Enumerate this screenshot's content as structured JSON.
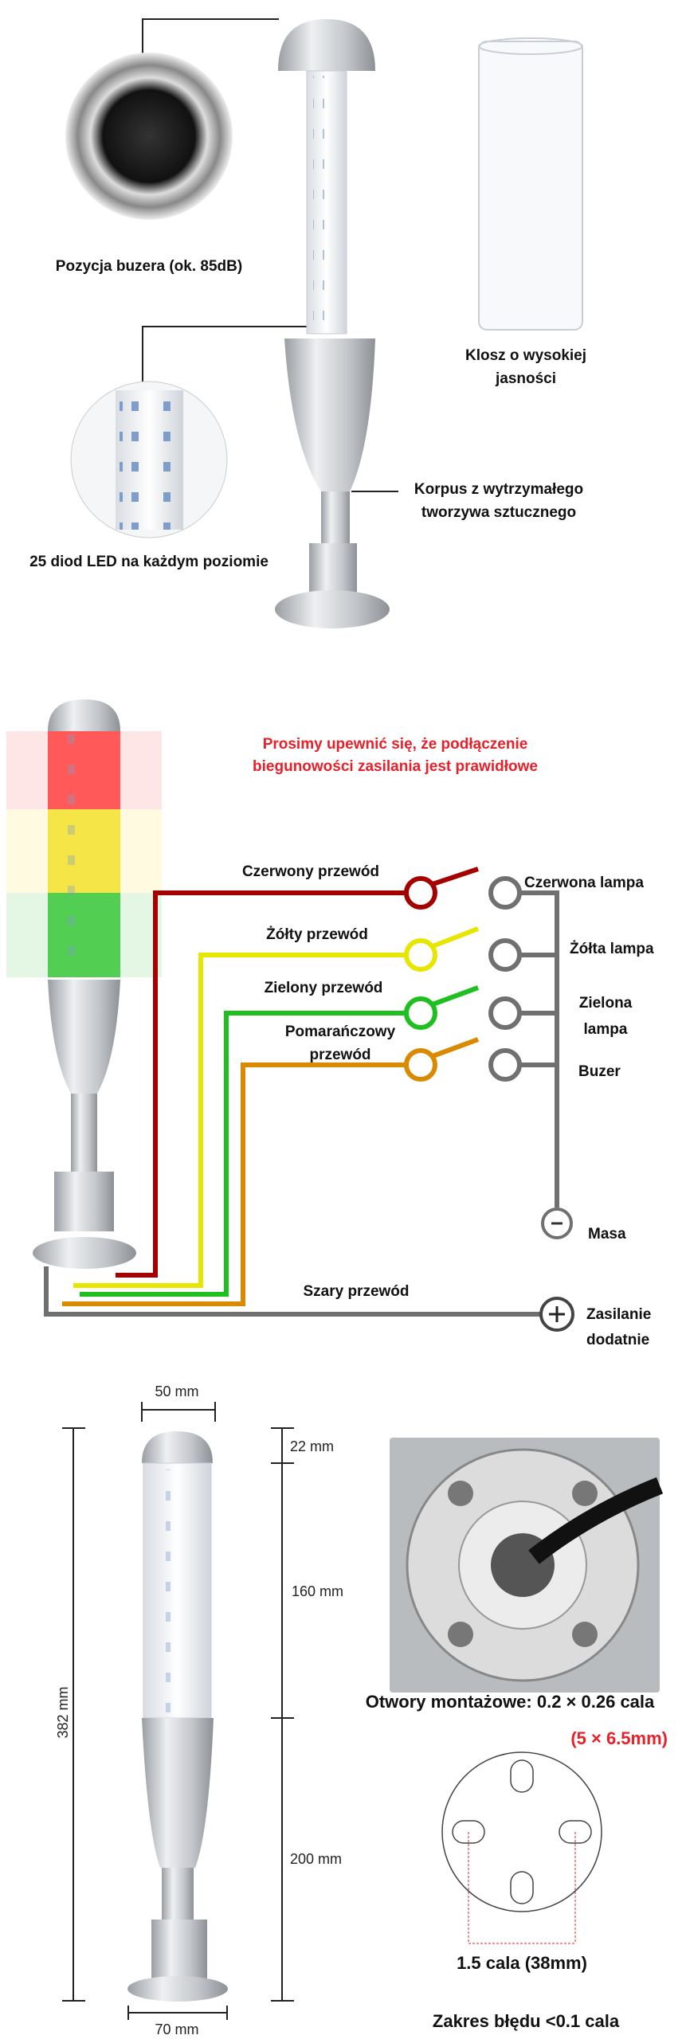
{
  "features": {
    "buzzer_label": "Pozycja buzera (ok. 85dB)",
    "lens_label_line1": "Klosz o wysokiej",
    "lens_label_line2": "jasności",
    "led_label": "25 diod LED na każdym poziomie",
    "body_label_line1": "Korpus z wytrzymałego",
    "body_label_line2": "tworzywa sztucznego"
  },
  "wiring": {
    "warning_line1": "Prosimy upewnić się, że podłączenie",
    "warning_line2": "biegunowości zasilania jest prawidłowe",
    "wires": {
      "red": "Czerwony przewód",
      "yellow": "Żółty przewód",
      "green": "Zielony przewód",
      "orange_line1": "Pomarańczowy",
      "orange_line2": "przewód",
      "gray": "Szary przewód"
    },
    "outputs": {
      "red_lamp": "Czerwona lampa",
      "yellow_lamp": "Żółta lampa",
      "green_lamp_line1": "Zielona",
      "green_lamp_line2": "lampa",
      "buzzer": "Buzer",
      "ground": "Masa",
      "positive_line1": "Zasilanie",
      "positive_line2": "dodatnie"
    },
    "colors": {
      "red": "#a50000",
      "yellow": "#e6e600",
      "green": "#1fbf1f",
      "orange": "#d98a00",
      "gray": "#707070"
    }
  },
  "dimensions": {
    "top_width": "50 mm",
    "total_height": "382 mm",
    "cap_height": "22 mm",
    "lens_height": "160 mm",
    "body_height": "200 mm",
    "base_width": "70 mm",
    "mounting_holes": "Otwory montażowe: 0.2 × 0.26 cala",
    "mounting_holes_mm": "(5 × 6.5mm)",
    "hole_spacing": "1.5 cala (38mm)",
    "tolerance": "Zakres błędu <0.1 cala"
  }
}
